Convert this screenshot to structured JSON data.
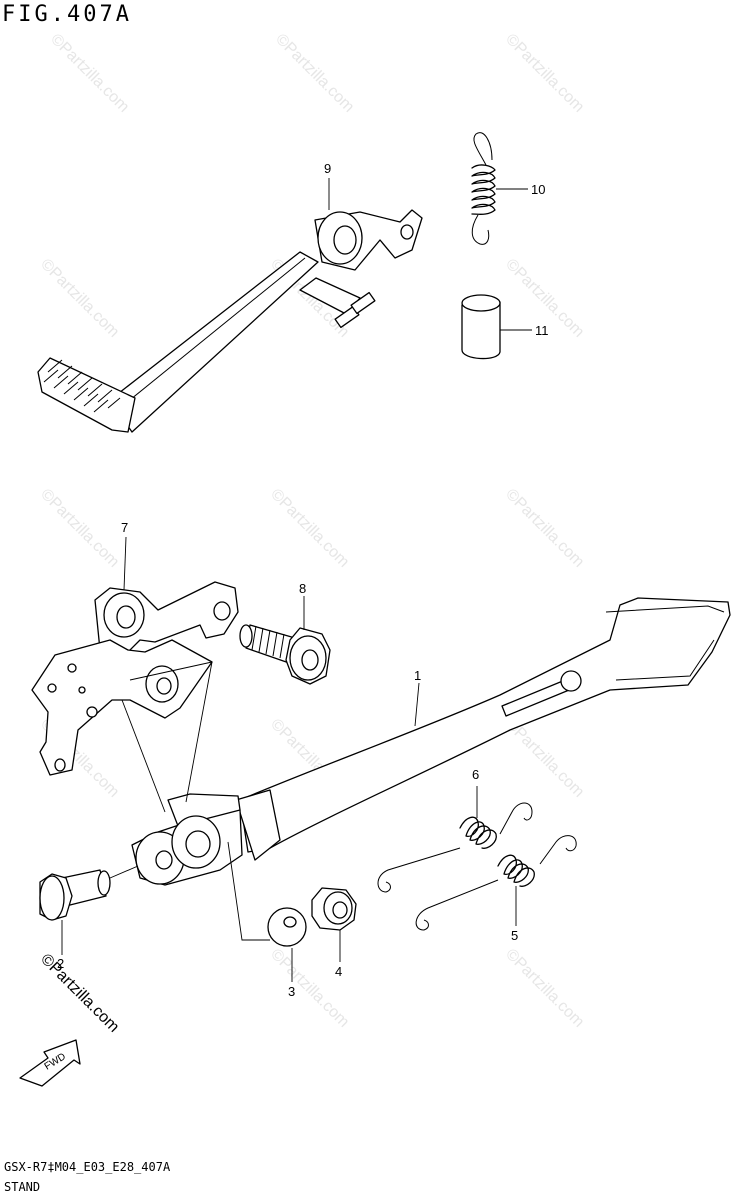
{
  "figure": {
    "title": "FIG.407A",
    "model_code": "GSX-R7‡M04_E03_E28_407A",
    "section_name": "STAND"
  },
  "watermark": {
    "text": "©Partzilla.com",
    "large_text": "©Partzilla.com"
  },
  "fwd_label": "FWD",
  "callouts": [
    "1",
    "2",
    "3",
    "4",
    "5",
    "6",
    "7",
    "8",
    "9",
    "10",
    "11"
  ]
}
